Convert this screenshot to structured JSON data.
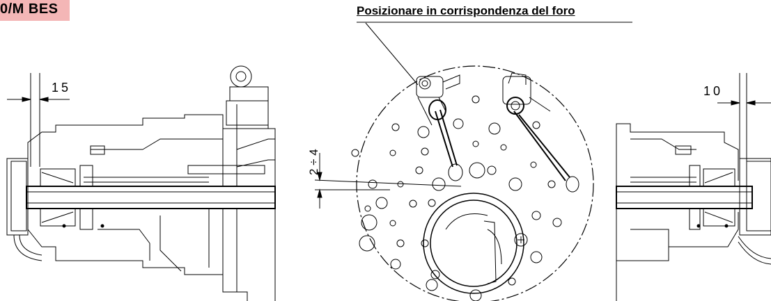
{
  "header": {
    "badge_text": "0/M BES",
    "badge_color": "#f4b6b6"
  },
  "callout": {
    "text": "Posizionare in corrispondenza del foro"
  },
  "dimensions": {
    "left": "15",
    "right": "10",
    "center": "2 ÷ 4"
  },
  "colors": {
    "line": "#000000",
    "background": "#ffffff"
  }
}
